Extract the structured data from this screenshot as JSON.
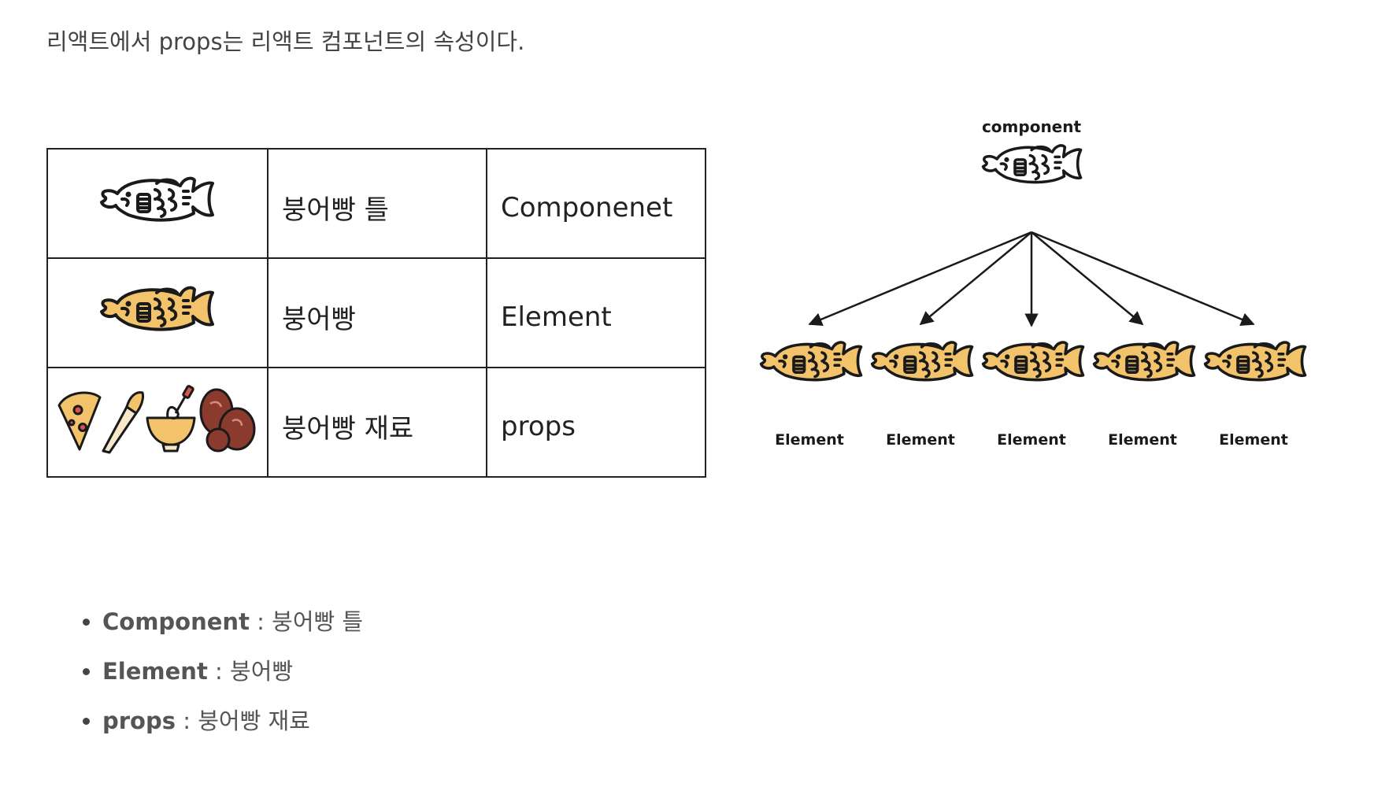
{
  "intro": "리액트에서 props는 리액트 컴포넌트의 속성이다.",
  "table": {
    "rows": [
      {
        "icon": "fish-outline-icon",
        "korean": "붕어빵 틀",
        "english": "Componenet"
      },
      {
        "icon": "fish-filled-icon",
        "korean": "붕어빵",
        "english": "Element"
      },
      {
        "icon": "ingredients-icons",
        "korean": "붕어빵 재료",
        "english": "props"
      }
    ]
  },
  "diagram": {
    "top_label": "component",
    "element_labels": [
      "Element",
      "Element",
      "Element",
      "Element",
      "Element"
    ]
  },
  "bullets": [
    {
      "term": "Component",
      "sep": " : ",
      "desc": "붕어빵 틀"
    },
    {
      "term": "Element",
      "sep": " : ",
      "desc": "붕어빵"
    },
    {
      "term": "props",
      "sep": " : ",
      "desc": "붕어빵 재료"
    }
  ],
  "colors": {
    "fish_fill": "#F2C36B",
    "fish_stroke": "#1a1a1a",
    "text": "#444444"
  }
}
